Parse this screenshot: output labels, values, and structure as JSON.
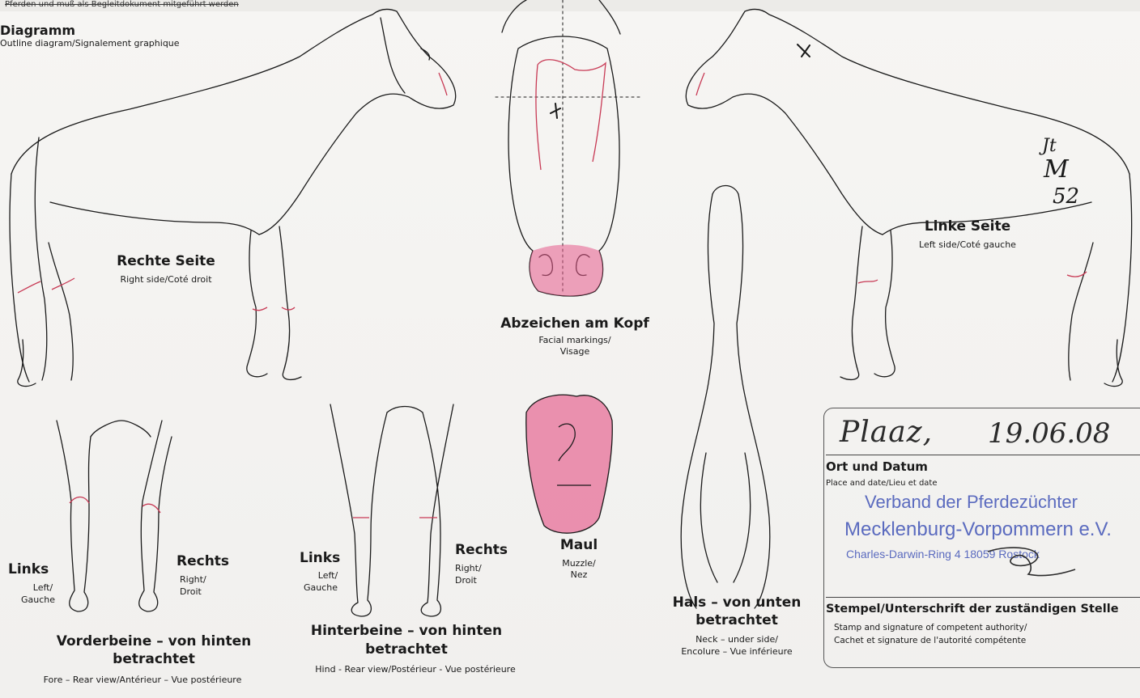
{
  "header": {
    "top_note": "Pferden und muß als Begleitdokument mitgeführt werden",
    "title": "Diagramm",
    "subtitle": "Outline diagram/Signalement graphique"
  },
  "sections": {
    "right_side": {
      "title": "Rechte Seite",
      "sub": "Right side/Coté droit"
    },
    "left_side": {
      "title": "Linke Seite",
      "sub": "Left side/Coté gauche"
    },
    "head": {
      "title": "Abzeichen am Kopf",
      "sub1": "Facial markings/",
      "sub2": "Visage"
    },
    "muzzle": {
      "title": "Maul",
      "sub1": "Muzzle/",
      "sub2": "Nez"
    },
    "neck": {
      "title1": "Hals – von unten",
      "title2": "betrachtet",
      "sub1": "Neck – under side/",
      "sub2": "Encolure – Vue inférieure"
    },
    "fore": {
      "title1": "Vorderbeine – von hinten",
      "title2": "betrachtet",
      "sub": "Fore – Rear view/Antérieur – Vue postérieure",
      "links": "Links",
      "links_sub1": "Left/",
      "links_sub2": "Gauche",
      "rechts": "Rechts",
      "rechts_sub1": "Right/",
      "rechts_sub2": "Droit"
    },
    "hind": {
      "title1": "Hinterbeine – von hinten",
      "title2": "betrachtet",
      "sub": "Hind - Rear view/Postérieur - Vue postérieure",
      "links": "Links",
      "links_sub1": "Left/",
      "links_sub2": "Gauche",
      "rechts": "Rechts",
      "rechts_sub1": "Right/",
      "rechts_sub2": "Droit"
    }
  },
  "stamp": {
    "handwritten_place": "Plaaz,",
    "handwritten_date": "19.06.08",
    "place_label": "Ort und Datum",
    "place_sub": "Place and date/Lieu et date",
    "stamp_line1": "Verband der Pferdezüchter",
    "stamp_line2": "Mecklenburg-Vorpommern e.V.",
    "stamp_line3": "Charles-Darwin-Ring 4 18059 Rostock",
    "authority_label": "Stempel/Unterschrift der zuständigen Stelle",
    "authority_sub1": "Stamp and signature of competent authority/",
    "authority_sub2": "Cachet et signature de l'autorité compétente"
  },
  "handwriting": {
    "jt": "Jt",
    "m": "M",
    "num": "52"
  },
  "colors": {
    "ink": "#1a1a1a",
    "marking_red": "#c83a55",
    "muzzle_pink": "#e55a8a",
    "stamp_blue": "#5b6bbf"
  }
}
